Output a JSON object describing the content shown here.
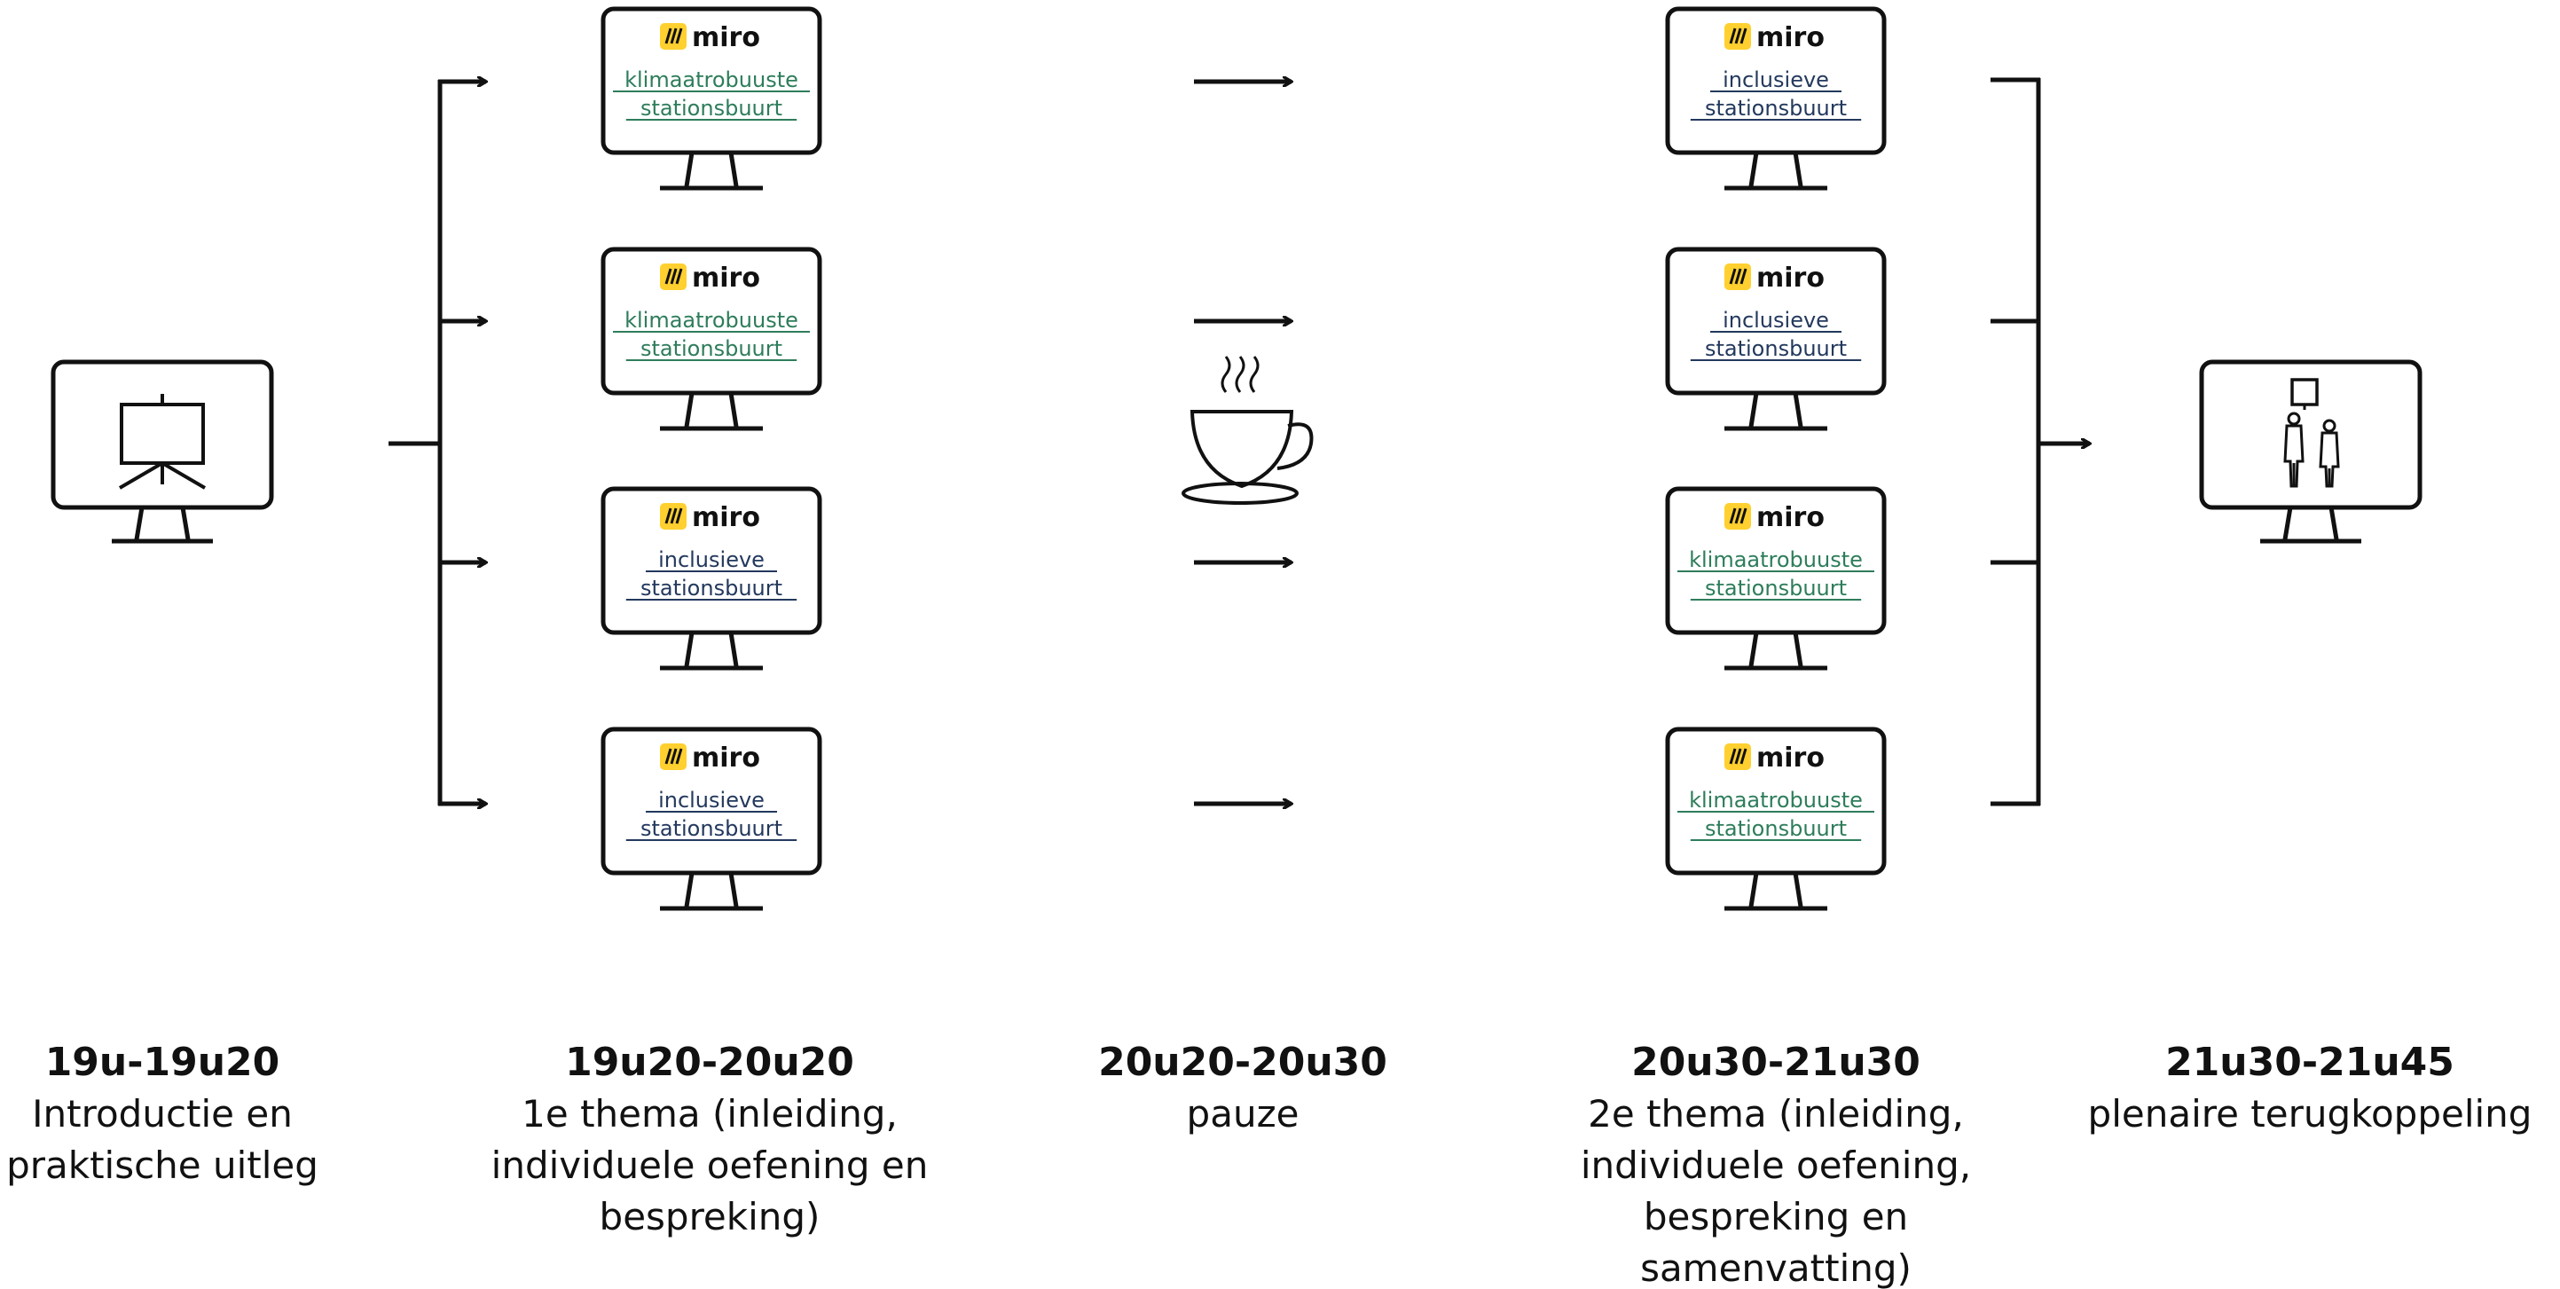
{
  "colors": {
    "klimaat": "#2E7D5B",
    "inclusief": "#23395D",
    "miro_yellow": "#FFD02F"
  },
  "miro_word": "miro",
  "boards": {
    "klimaat": [
      "klimaatrobuuste",
      "stationsbuurt"
    ],
    "inclusief": [
      "inclusieve",
      "stationsbuurt"
    ]
  },
  "round1": [
    "klimaat",
    "klimaat",
    "inclusief",
    "inclusief"
  ],
  "round2": [
    "inclusief",
    "inclusief",
    "klimaat",
    "klimaat"
  ],
  "icons": {
    "intro": "presentation-easel-icon",
    "pause": "coffee-cup-icon",
    "plenary": "two-people-talking-icon"
  },
  "phases": [
    {
      "time": "19u-19u20",
      "lines": [
        "Introductie en",
        "praktische uitleg"
      ]
    },
    {
      "time": "19u20-20u20",
      "lines": [
        "1e thema (inleiding,",
        "individuele oefening en",
        "bespreking)"
      ]
    },
    {
      "time": "20u20-20u30",
      "lines": [
        "pauze"
      ]
    },
    {
      "time": "20u30-21u30",
      "lines": [
        "2e thema (inleiding,",
        "individuele oefening,",
        "bespreking en",
        "samenvatting)"
      ]
    },
    {
      "time": "21u30-21u45",
      "lines": [
        "plenaire terugkoppeling"
      ]
    }
  ]
}
